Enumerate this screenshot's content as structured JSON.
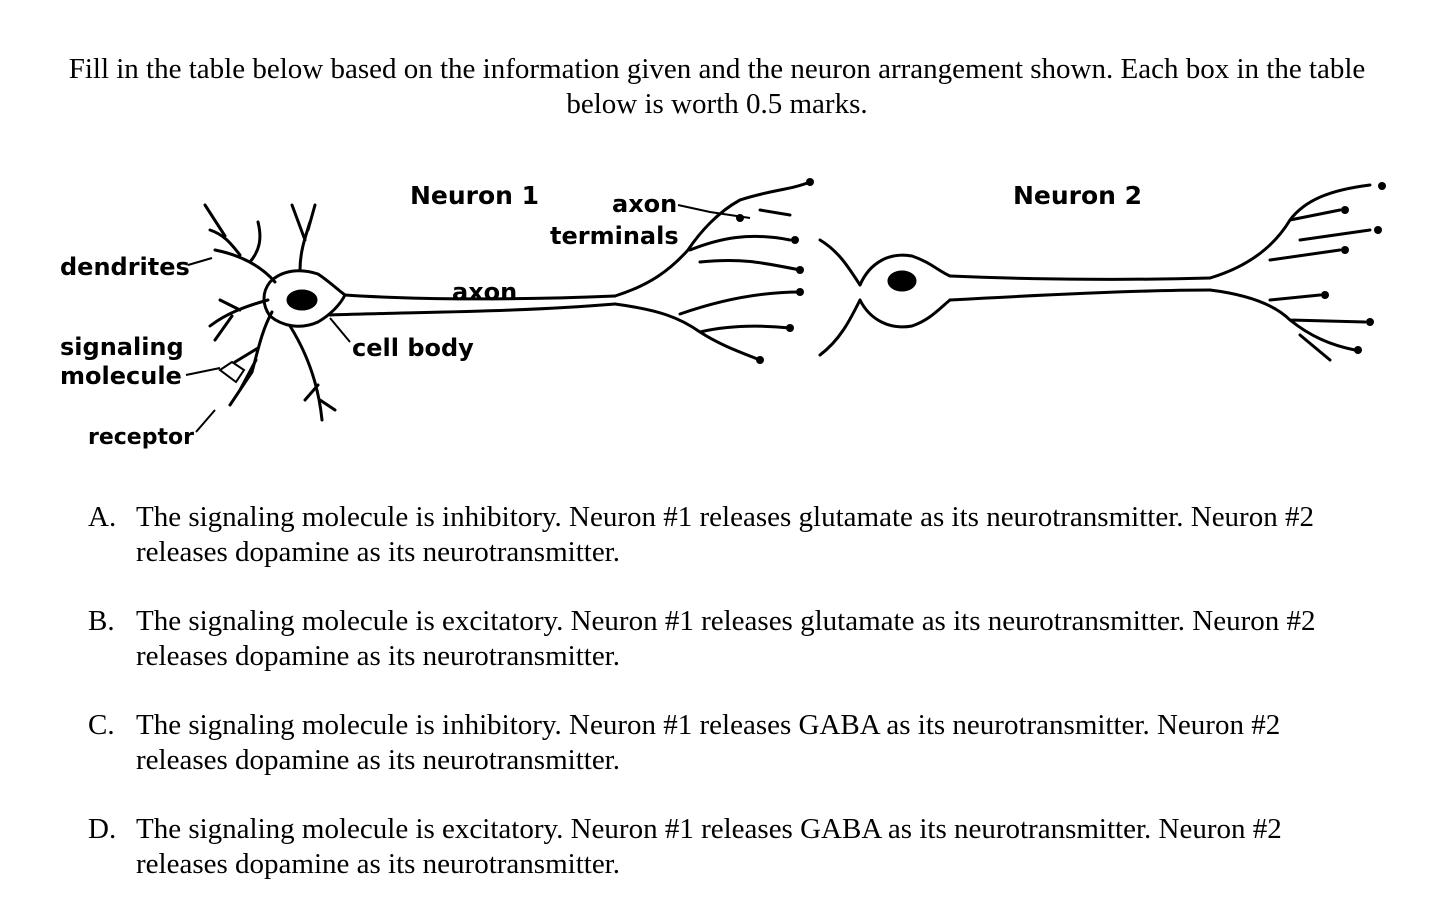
{
  "intro": {
    "line1": "Fill in the table below based on the information given and the neuron arrangement shown. Each box in the table",
    "line2": "below is worth 0.5 marks."
  },
  "diagram": {
    "labels": {
      "neuron1": "Neuron 1",
      "neuron2": "Neuron 2",
      "axon_terminals_1": "axon",
      "axon_terminals_2": "terminals",
      "dendrites": "dendrites",
      "axon": "axon",
      "signaling_1": "signaling",
      "signaling_2": "molecule",
      "cell_body": "cell body",
      "receptor": "receptor"
    }
  },
  "options": [
    {
      "letter": "A.",
      "line1": "The signaling molecule is inhibitory. Neuron #1 releases glutamate as its neurotransmitter. Neuron #2",
      "line2": "releases dopamine as its neurotransmitter."
    },
    {
      "letter": "B.",
      "line1": "The signaling molecule is excitatory. Neuron #1 releases glutamate as its neurotransmitter. Neuron #2",
      "line2": "releases dopamine as its neurotransmitter."
    },
    {
      "letter": "C.",
      "line1": "The signaling molecule is inhibitory. Neuron #1 releases GABA as its neurotransmitter. Neuron #2",
      "line2": "releases dopamine as its neurotransmitter."
    },
    {
      "letter": "D.",
      "line1": "The signaling molecule is excitatory. Neuron #1 releases GABA as its neurotransmitter. Neuron #2",
      "line2": "releases dopamine as its neurotransmitter."
    }
  ]
}
